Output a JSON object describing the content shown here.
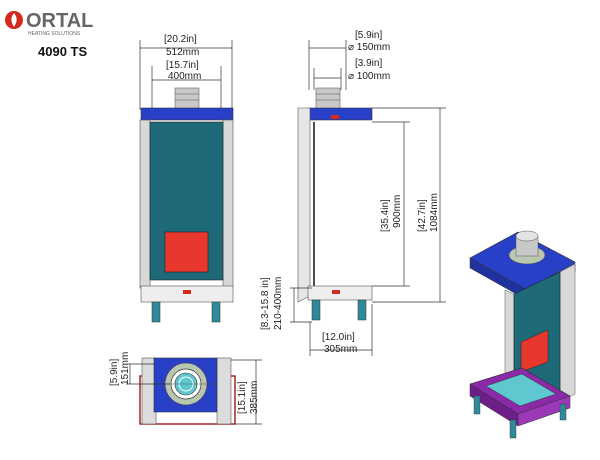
{
  "brand": {
    "logo_text": "ORTAL",
    "logo_tagline": "HEATING SOLUTIONS",
    "model": "4090 TS",
    "accent_color": "#d42a1e"
  },
  "colors": {
    "glass": "#1e6a78",
    "glass_dark": "#14505c",
    "burner": "#e8382e",
    "top_blue": "#2840c8",
    "base_purple": "#8a2aa8",
    "legs": "#2e8a9a",
    "frame_grey": "#d8d8d8",
    "flue_grey": "#c8c8c8"
  },
  "front_view": {
    "outer_width_in": "[20.2in]",
    "outer_width_mm": "512mm",
    "inner_width_in": "[15.7in]",
    "inner_width_mm": "400mm"
  },
  "side_view": {
    "flue_outer_in": "[5.9in]",
    "flue_outer_mm": "⌀ 150mm",
    "flue_inner_in": "[3.9in]",
    "flue_inner_mm": "⌀ 100mm",
    "glass_height_in": "[35.4in]",
    "glass_height_mm": "900mm",
    "total_height_in": "[42.7in]",
    "total_height_mm": "1084mm",
    "leg_height_in": "[8.3-15.8 in]",
    "leg_height_mm": "210-400mm",
    "depth_in": "[12.0in]",
    "depth_mm": "305mm"
  },
  "top_view": {
    "offset_in": "[5.9in]",
    "offset_mm": "151mm",
    "depth_in": "[15.1in]",
    "depth_mm": "385mm"
  }
}
